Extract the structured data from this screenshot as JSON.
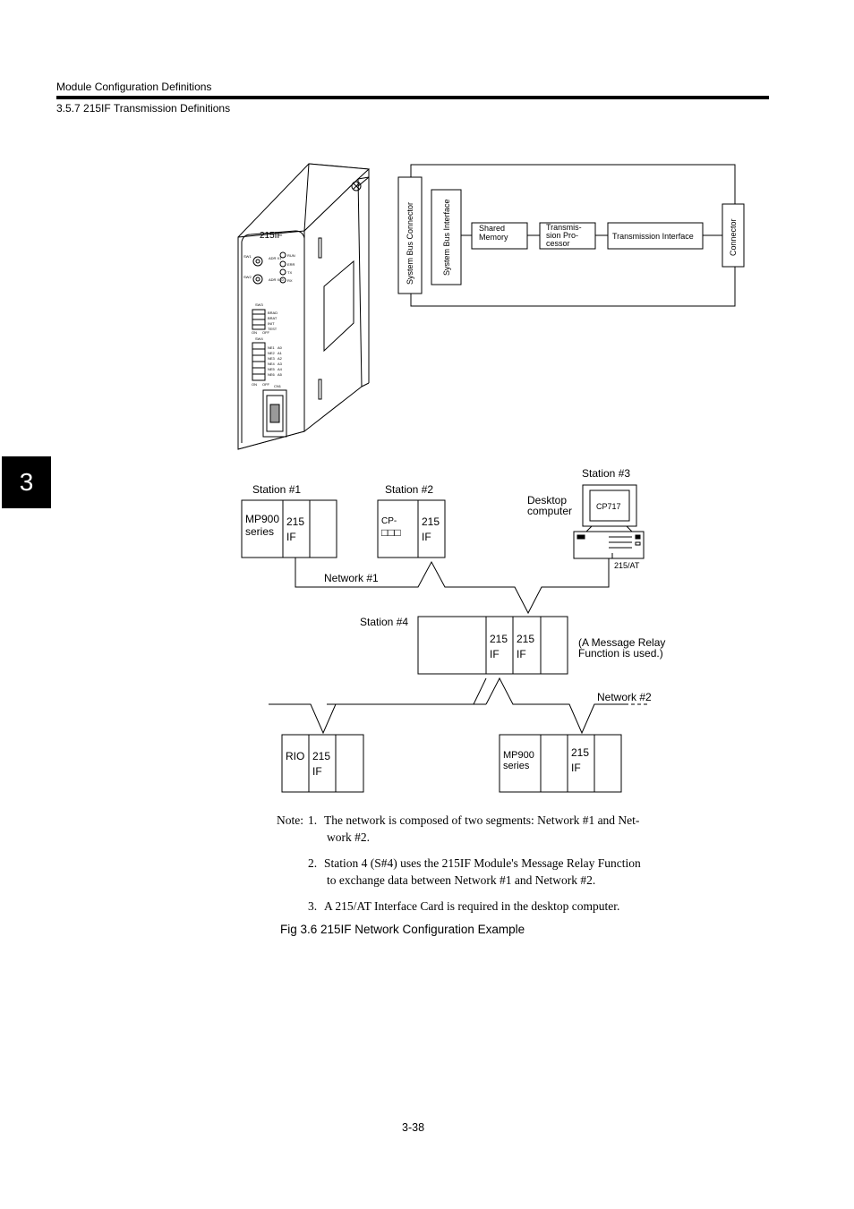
{
  "header": {
    "section": "Module Configuration Definitions",
    "subsection": "3.5.7  215IF Transmission Definitions"
  },
  "chapter_tab": "3",
  "module_illustration": {
    "model": "215IF",
    "switch_labels": [
      "SW1",
      "SW2",
      "SW3",
      "SW4",
      "CN1"
    ],
    "led_labels": [
      "RUN",
      "ERR",
      "TX",
      "RX"
    ],
    "dip_labels_sw3": [
      "BRAD",
      "BRAT",
      "INIT",
      "TEST"
    ],
    "dip_labels_sw4": [
      "NE1",
      "NE2",
      "NE3",
      "NE4",
      "NE5",
      "NE6"
    ],
    "dip_labels_sw4_right": [
      "A0",
      "A1",
      "A2",
      "A3",
      "A4",
      "A5"
    ],
    "rotary_labels": [
      "ADR\nX1",
      "ADR\nX10"
    ],
    "on_off": [
      "ON",
      "OFF"
    ]
  },
  "block_diagram": {
    "system_bus_connector": "System Bus Connector",
    "system_bus_interface": "System Bus Interface",
    "shared_memory": "Shared Memory",
    "transmission_processor": "Transmis- sion Pro- cessor",
    "transmission_interface": "Transmission Interface",
    "connector": "Connector"
  },
  "network": {
    "station1": {
      "label": "Station #1",
      "slot1": "MP900 series",
      "slot2": "215 IF"
    },
    "station2": {
      "label": "Station #2",
      "slot1": "CP- □□□",
      "slot2": "215 IF"
    },
    "station3": {
      "label": "Station #3",
      "desc": "Desktop computer",
      "screen": "CP717",
      "card": "215/AT"
    },
    "network1": "Network #1",
    "station4": {
      "label": "Station #4",
      "slot1": "215 IF",
      "slot2": "215 IF",
      "note": "(A Message Relay Function is used.)"
    },
    "network2": "Network #2",
    "rio": {
      "slot1": "RIO",
      "slot2": "215 IF"
    },
    "mp900": {
      "slot1": "MP900 series",
      "slot2": "215 IF"
    }
  },
  "notes": {
    "prefix": "Note:",
    "n1_num": "1.",
    "n1_line1": "The network is composed of two segments: Network #1 and Net-",
    "n1_line2": "work #2.",
    "n2_num": "2.",
    "n2_line1": "Station 4 (S#4) uses the 215IF Module's Message Relay Function",
    "n2_line2": "to exchange data between Network #1 and Network #2.",
    "n3_num": "3.",
    "n3_line1": "A 215/AT Interface Card is required in the desktop computer."
  },
  "caption": "Fig 3.6  215IF Network Configuration Example",
  "page_number": "3-38"
}
